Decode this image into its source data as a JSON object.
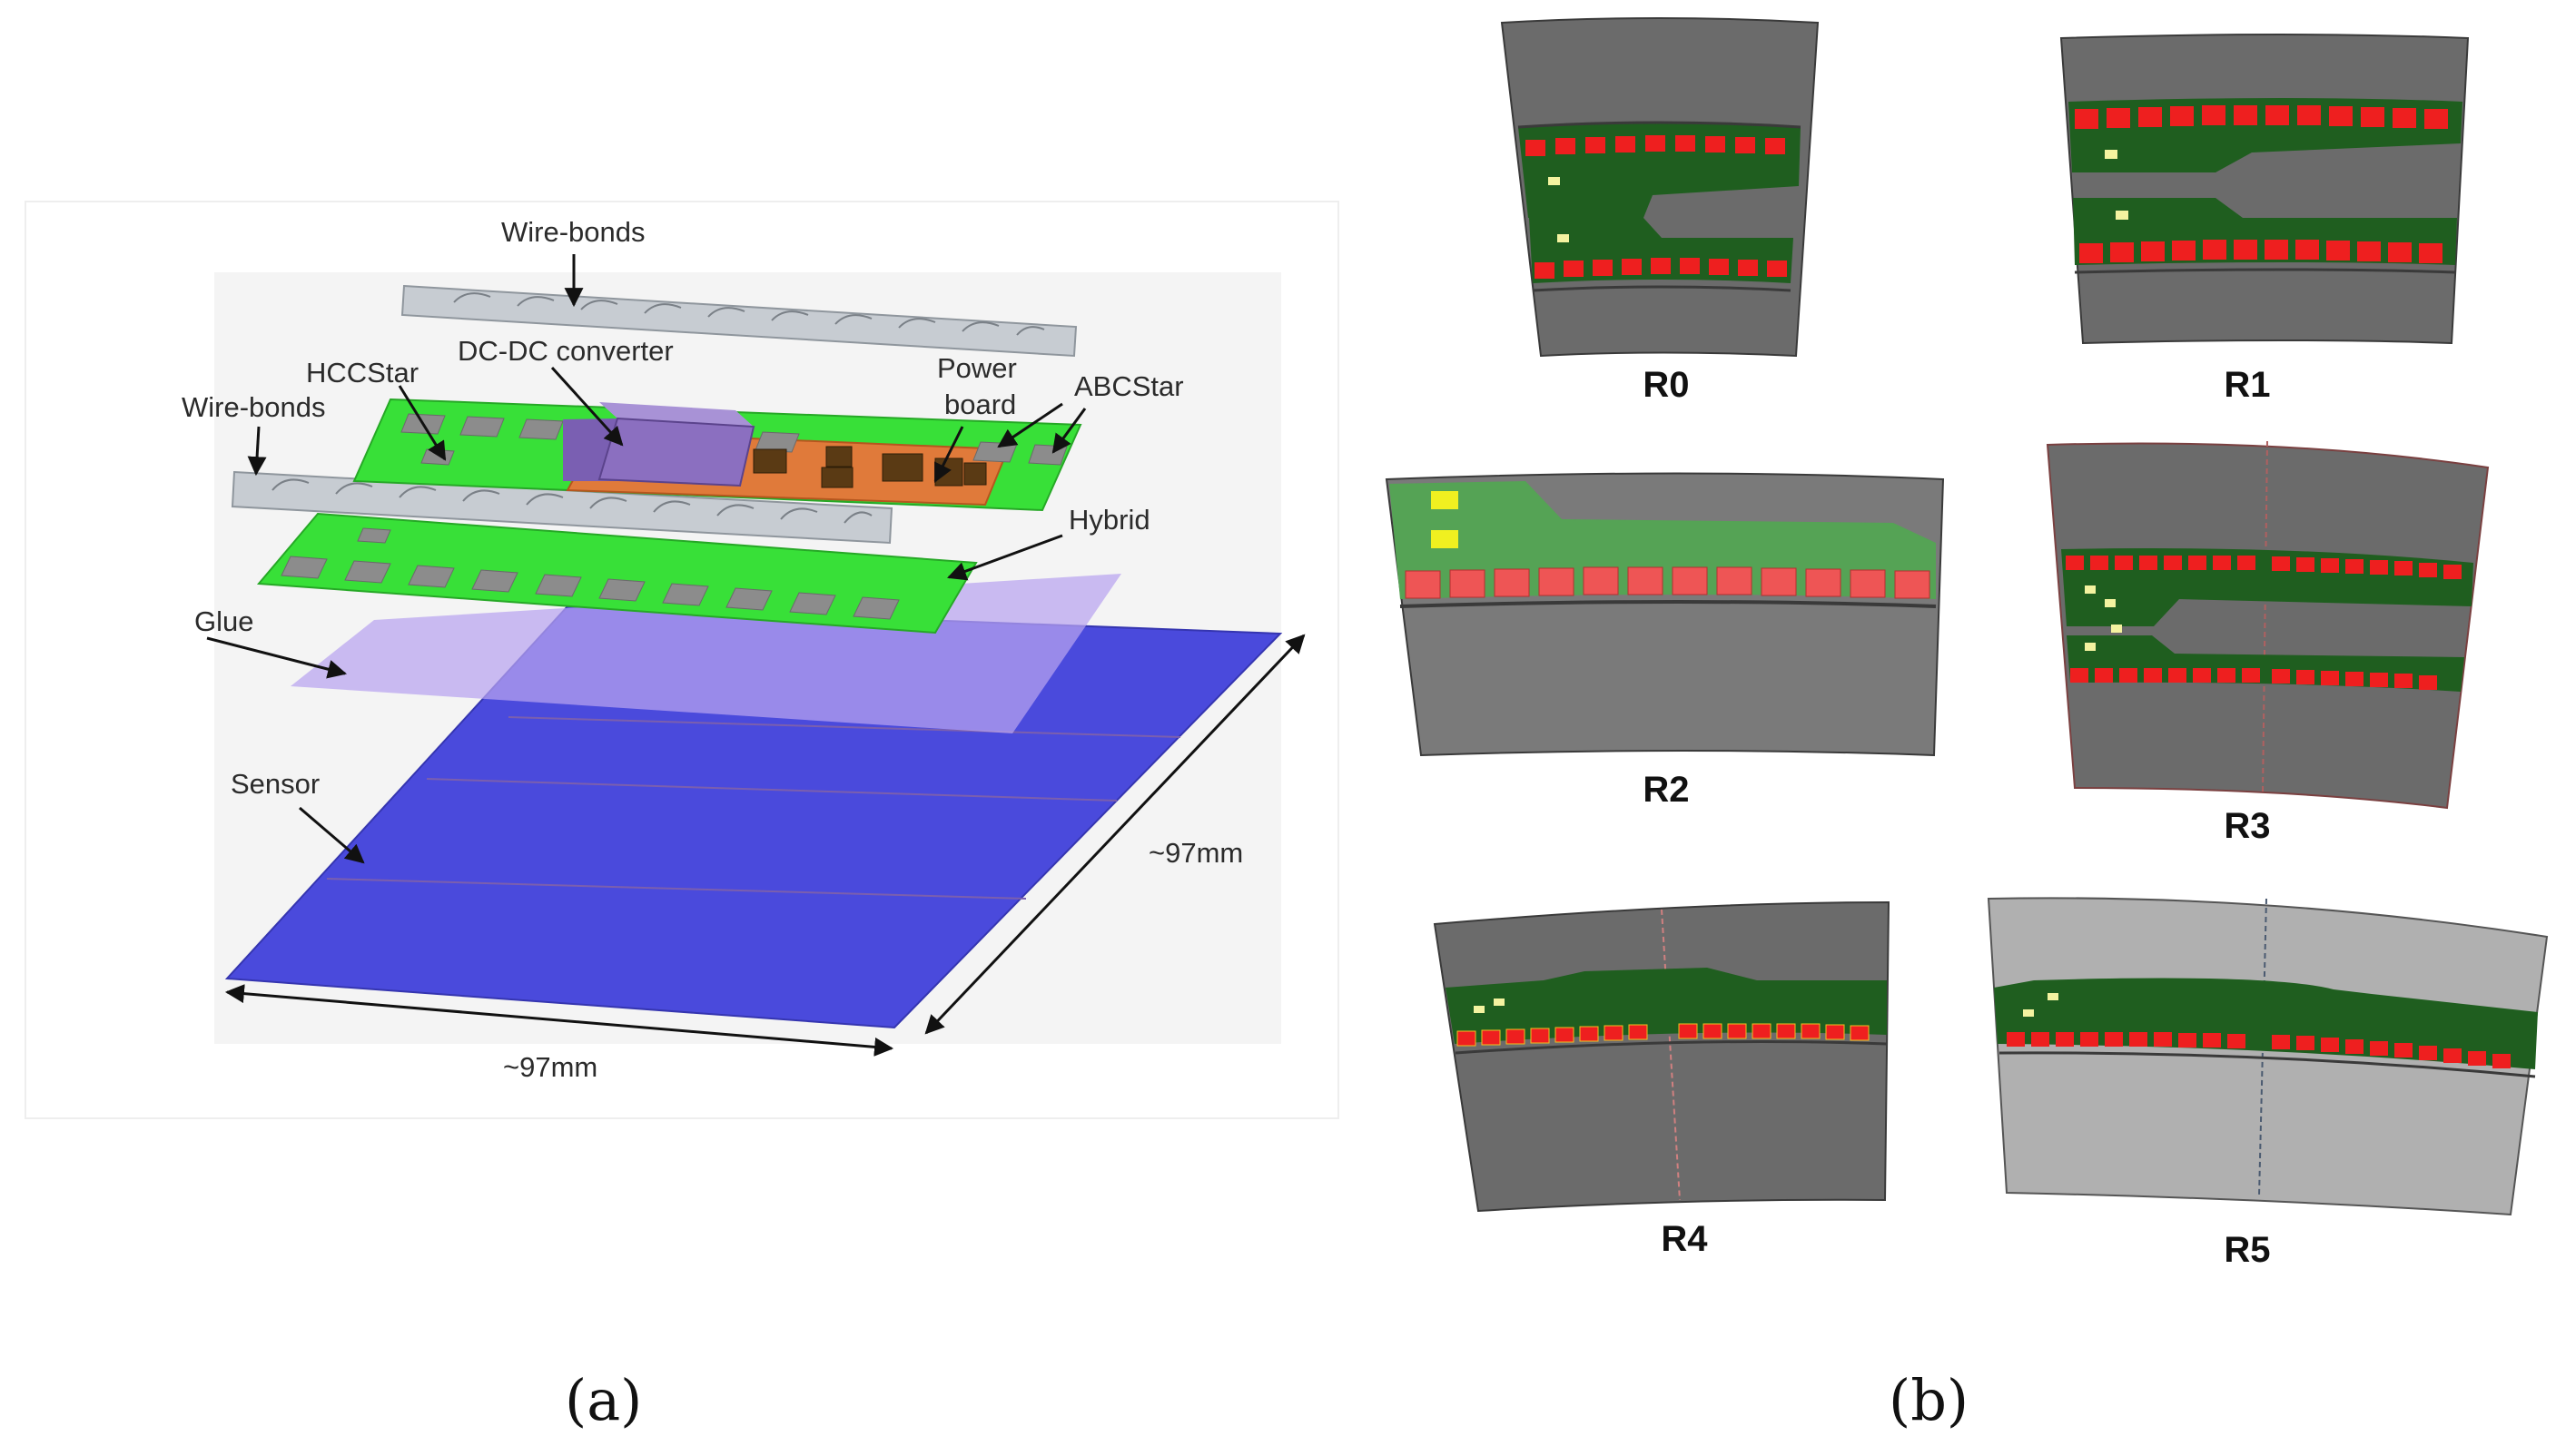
{
  "panel_a": {
    "labels": {
      "wire_bonds_top": "Wire-bonds",
      "hccstar": "HCCStar",
      "dcdc": "DC-DC converter",
      "power": "Power",
      "board": "board",
      "abcstar": "ABCStar",
      "wire_bonds_left": "Wire-bonds",
      "hybrid": "Hybrid",
      "glue": "Glue",
      "sensor": "Sensor",
      "dim_right": "~97mm",
      "dim_bottom": "~97mm"
    },
    "caption": "(a)"
  },
  "panel_b": {
    "modules": [
      "R0",
      "R1",
      "R2",
      "R3",
      "R4",
      "R5"
    ],
    "caption": "(b)"
  },
  "colors": {
    "sensor_blue": "#4a4adc",
    "glue_lilac": "#b8a3f0",
    "hybrid_green": "#38e038",
    "power_orange": "#e07a3a",
    "dcdc_purple": "#8b6fc0",
    "chip_gray": "#8c8c8c",
    "module_gray": "#6b6b6b",
    "flex_green": "#1f5e1f",
    "abc_red": "#ee1f1f"
  }
}
